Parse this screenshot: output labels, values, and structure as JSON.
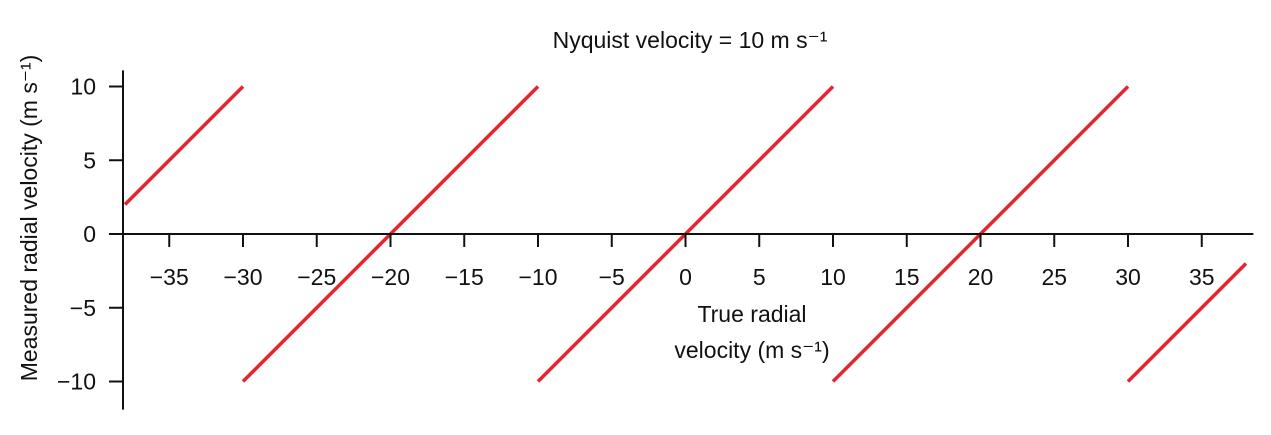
{
  "chart_data": {
    "type": "line",
    "title": "Nyquist velocity = 10 m s⁻¹",
    "xlabel_line1": "True radial",
    "xlabel_line2": "velocity (m s⁻¹)",
    "ylabel": "Measured radial velocity (m s⁻¹)",
    "xlim": [
      -38.5,
      38.5
    ],
    "ylim": [
      -11.5,
      11.5
    ],
    "x_ticks": [
      -35,
      -30,
      -25,
      -20,
      -15,
      -10,
      -5,
      0,
      5,
      10,
      15,
      20,
      25,
      30,
      35
    ],
    "x_tick_labels": [
      "−35",
      "−30",
      "−25",
      "−20",
      "−15",
      "−10",
      "−5",
      "0",
      "5",
      "10",
      "15",
      "20",
      "25",
      "30",
      "35"
    ],
    "y_ticks": [
      10,
      5,
      0,
      -5,
      -10
    ],
    "y_tick_labels": [
      "10",
      "5",
      "0",
      "−5",
      "−10"
    ],
    "line_color": "#e3262d",
    "segments": [
      {
        "x": [
          -38,
          -30
        ],
        "y": [
          2,
          10
        ]
      },
      {
        "x": [
          -30,
          -10
        ],
        "y": [
          -10,
          10
        ]
      },
      {
        "x": [
          -10,
          10
        ],
        "y": [
          -10,
          10
        ]
      },
      {
        "x": [
          10,
          30
        ],
        "y": [
          -10,
          10
        ]
      },
      {
        "x": [
          30,
          38
        ],
        "y": [
          -10,
          -2
        ]
      }
    ]
  }
}
